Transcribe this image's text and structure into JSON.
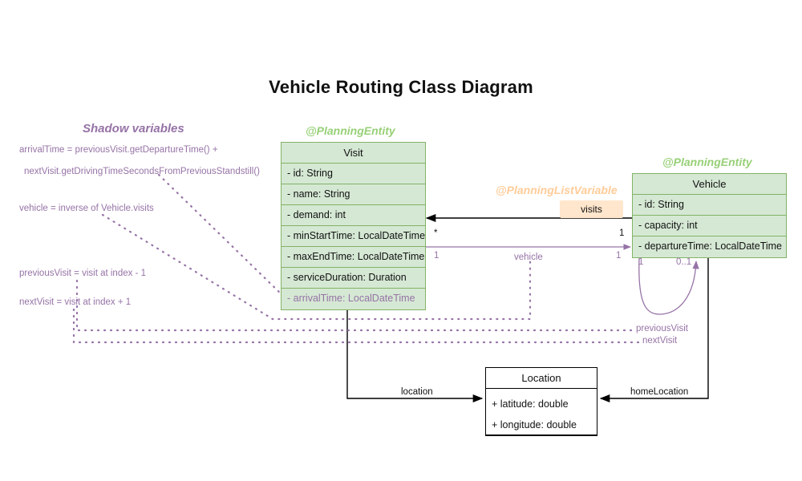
{
  "title": "Vehicle Routing Class Diagram",
  "colors": {
    "class_fill": "#d5e8d4",
    "class_border": "#82b366",
    "stereotype_green": "#97d077",
    "stereotype_orange": "#ffcc99",
    "shadow_purple": "#9673a6",
    "badge_fill": "#ffe6cc",
    "edge_black": "#000000",
    "background": "#ffffff"
  },
  "shadow_panel": {
    "heading": "Shadow variables",
    "notes": [
      "arrivalTime = previousVisit.getDepartureTime() +",
      "nextVisit.getDrivingTimeSecondsFromPreviousStandstill()",
      "vehicle = inverse of Vehicle.visits",
      "previousVisit = visit at index - 1",
      "nextVisit = visit at index + 1"
    ]
  },
  "classes": {
    "visit": {
      "stereotype": "@PlanningEntity",
      "name": "Visit",
      "attributes": [
        {
          "text": "- id: String",
          "shadow": false
        },
        {
          "text": "- name: String",
          "shadow": false
        },
        {
          "text": "- demand: int",
          "shadow": false
        },
        {
          "text": "- minStartTime: LocalDateTime",
          "shadow": false
        },
        {
          "text": "- maxEndTime: LocalDateTime",
          "shadow": false
        },
        {
          "text": "- serviceDuration: Duration",
          "shadow": false
        },
        {
          "text": "- arrivalTime: LocalDateTime",
          "shadow": true
        }
      ]
    },
    "vehicle": {
      "stereotype": "@PlanningEntity",
      "name": "Vehicle",
      "attributes": [
        {
          "text": "- id: String",
          "shadow": false
        },
        {
          "text": "- capacity: int",
          "shadow": false
        },
        {
          "text": "- departureTime: LocalDateTime",
          "shadow": false
        }
      ]
    },
    "location": {
      "stereotype": "",
      "name": "Location",
      "attributes": [
        {
          "text": "+ latitude: double",
          "shadow": false
        },
        {
          "text": "+ longitude: double",
          "shadow": false
        }
      ]
    }
  },
  "relations": {
    "visits": {
      "stereotype": "@PlanningListVariable",
      "badge": "visits",
      "source_multiplicity": "1",
      "target_multiplicity": "*"
    },
    "vehicle_ref": {
      "label": "vehicle",
      "source_multiplicity": "1",
      "target_multiplicity": "1"
    },
    "self_loop": {
      "left_multiplicity": "1",
      "right_multiplicity": "0..1"
    },
    "previous_visit": {
      "label": "previousVisit"
    },
    "next_visit": {
      "label": "nextVisit"
    },
    "location_ref": {
      "label": "location"
    },
    "home_location_ref": {
      "label": "homeLocation"
    }
  }
}
